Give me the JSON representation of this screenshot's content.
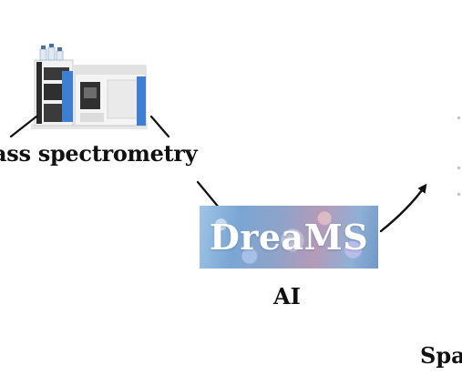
{
  "nodes": {
    "mass_spectrometry": {
      "label": "ass spectrometry"
    },
    "dreams": {
      "label": "DreaMS"
    },
    "ai": {
      "label": "AI"
    },
    "spa": {
      "label": "Spa"
    }
  },
  "colors": {
    "text": "#111111",
    "connector": "#111111",
    "banner_text": "#ffffff"
  },
  "icons": {
    "instrument": "mass-spectrometer-icon"
  }
}
